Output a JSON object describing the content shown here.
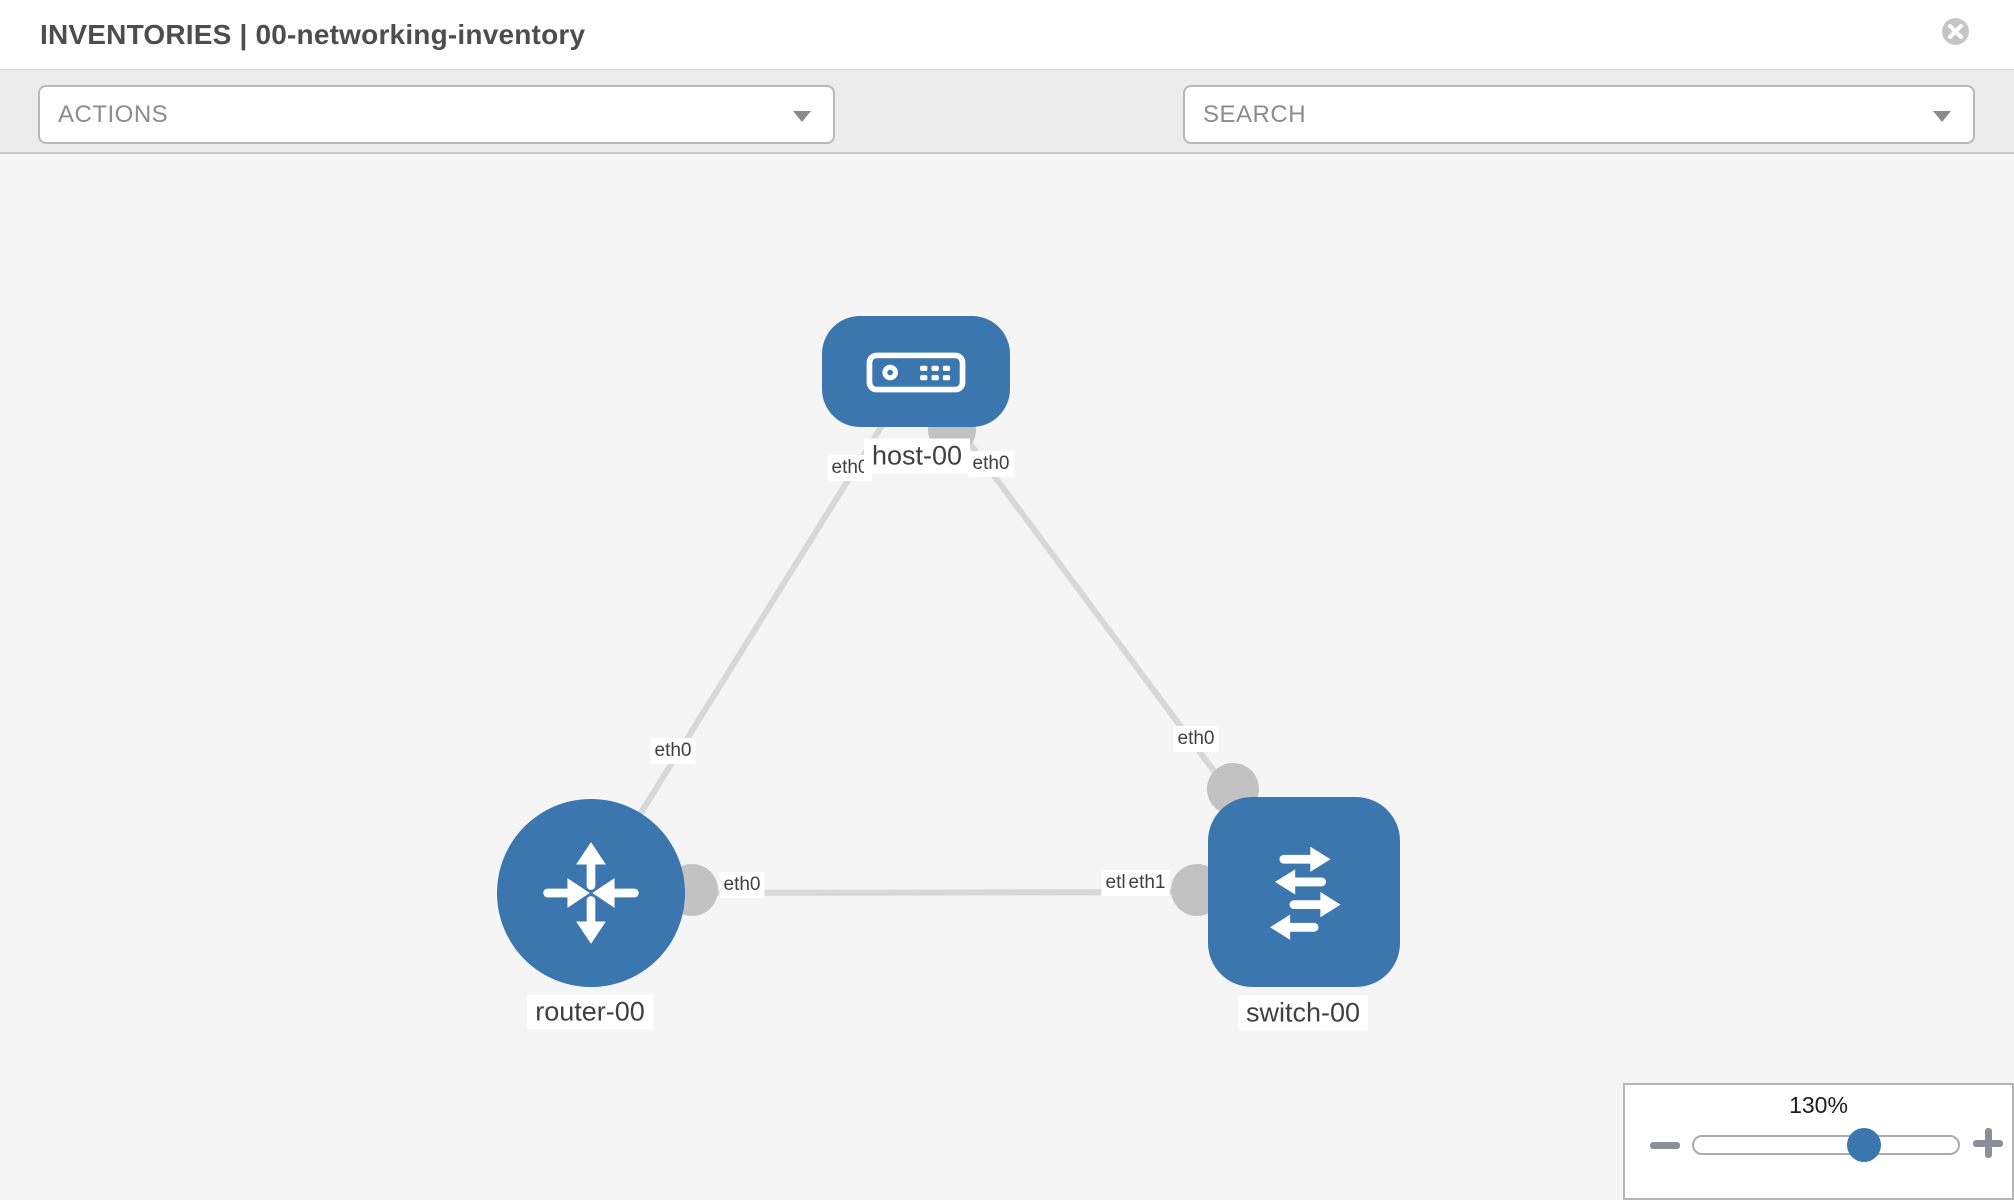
{
  "header": {
    "title": "INVENTORIES | 00-networking-inventory",
    "close_icon": "x-circle"
  },
  "toolbar": {
    "actions_label": "ACTIONS",
    "search_placeholder": "SEARCH",
    "icons": [
      "wrench-icon",
      "key-icon"
    ]
  },
  "topology": {
    "nodes": [
      {
        "id": "host-00",
        "label": "host-00",
        "type": "host",
        "shape": "rounded-rect",
        "icon": "server-icon"
      },
      {
        "id": "router-00",
        "label": "router-00",
        "type": "router",
        "shape": "circle",
        "icon": "router-arrows-icon"
      },
      {
        "id": "switch-00",
        "label": "switch-00",
        "type": "switch",
        "shape": "rounded-square",
        "icon": "switch-arrows-icon"
      }
    ],
    "links": [
      {
        "source": "host-00",
        "target": "router-00",
        "source_interface": "eth0",
        "target_interface": "eth0"
      },
      {
        "source": "host-00",
        "target": "switch-00",
        "source_interface": "eth0",
        "target_interface": "eth0"
      },
      {
        "source": "router-00",
        "target": "switch-00",
        "source_interface": "eth0",
        "target_interface": "eth1",
        "overlapped_label": "eth0"
      }
    ],
    "colors": {
      "node_blue": "#3b76ae",
      "link_gray": "#d8d8d8",
      "connector_gray": "#c2c2c2"
    }
  },
  "zoom_control": {
    "level": "130%"
  }
}
